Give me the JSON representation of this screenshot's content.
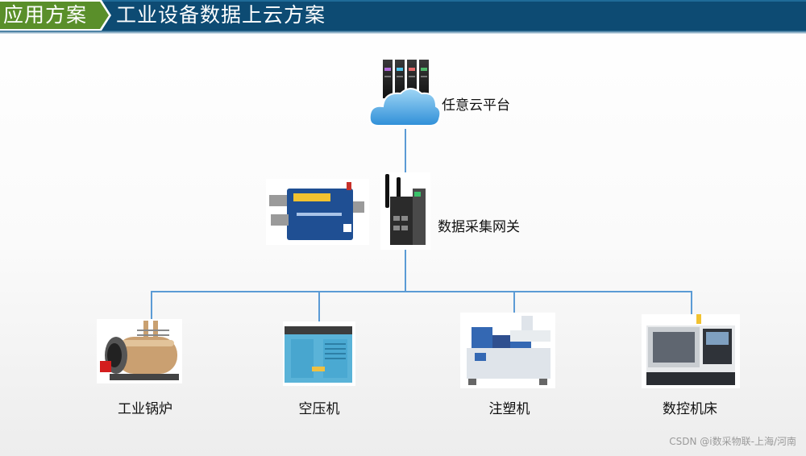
{
  "header": {
    "tag": "应用方案",
    "title": "工业设备数据上云方案"
  },
  "cloud": {
    "label": "任意云平台"
  },
  "gateway": {
    "label": "数据采集网关"
  },
  "devices": [
    {
      "label": "工业锅炉"
    },
    {
      "label": "空压机"
    },
    {
      "label": "注塑机"
    },
    {
      "label": "数控机床"
    }
  ],
  "watermark": "CSDN @i数采物联-上海/河南",
  "colors": {
    "header_bg": "#0d4b73",
    "tag_green": "#5a8f2a",
    "line_blue": "#5b9bd5"
  }
}
